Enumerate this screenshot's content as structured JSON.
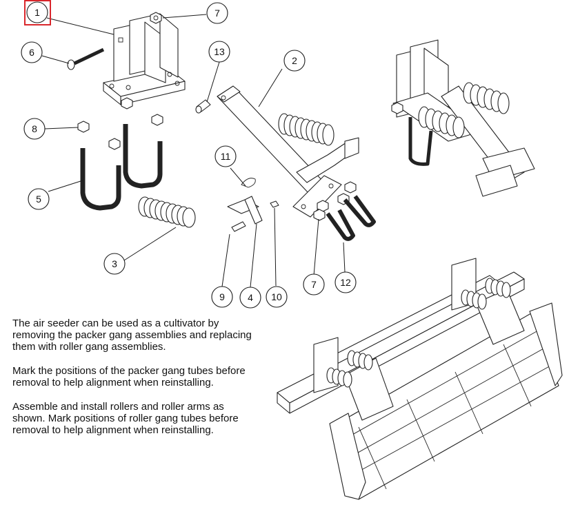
{
  "callouts": [
    {
      "label": "1"
    },
    {
      "label": "2"
    },
    {
      "label": "3"
    },
    {
      "label": "4"
    },
    {
      "label": "5"
    },
    {
      "label": "6"
    },
    {
      "label": "7"
    },
    {
      "label": "7"
    },
    {
      "label": "8"
    },
    {
      "label": "9"
    },
    {
      "label": "10"
    },
    {
      "label": "11"
    },
    {
      "label": "12"
    },
    {
      "label": "13"
    }
  ],
  "instructions": [
    "The air seeder can be used as a cultivator by removing the packer gang assemblies and replacing them with roller gang assemblies.",
    "Mark the positions of the packer gang tubes before removal to help alignment when reinstalling.",
    "Assemble and install rollers and roller arms as shown. Mark positions of roller gang tubes before removal to help alignment when reinstalling."
  ],
  "highlight_color": "#d9262b"
}
